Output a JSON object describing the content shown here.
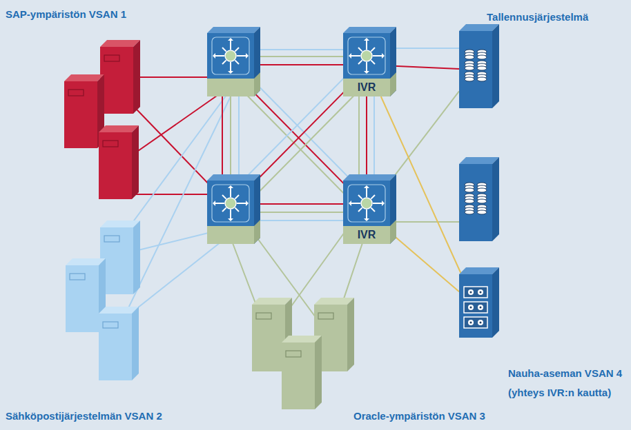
{
  "diagram": {
    "nodes": [
      {
        "text": [
          "IVR"
        ]
      },
      {
        "text": [
          "IVR"
        ]
      },
      {
        "text": [
          "Tallennusjärjestelmä"
        ]
      },
      {
        "text": [
          "Nauha-aseman VSAN 4 (yhteys IVR:n kautta)"
        ]
      }
    ],
    "edges": [
      {
        "from": 0,
        "to": 1,
        "arrow": "none"
      },
      {
        "from": 0,
        "to": 2,
        "arrow": "none"
      },
      {
        "from": 1,
        "to": 2,
        "arrow": "none"
      },
      {
        "from": 0,
        "to": 3,
        "arrow": "none"
      },
      {
        "from": 1,
        "to": 3,
        "arrow": "none"
      }
    ],
    "labels": [
      "SAP-ympäristön VSAN 1",
      "Sähköpostijärjestelmän VSAN 2",
      "Oracle-ympäristön VSAN 3"
    ]
  }
}
